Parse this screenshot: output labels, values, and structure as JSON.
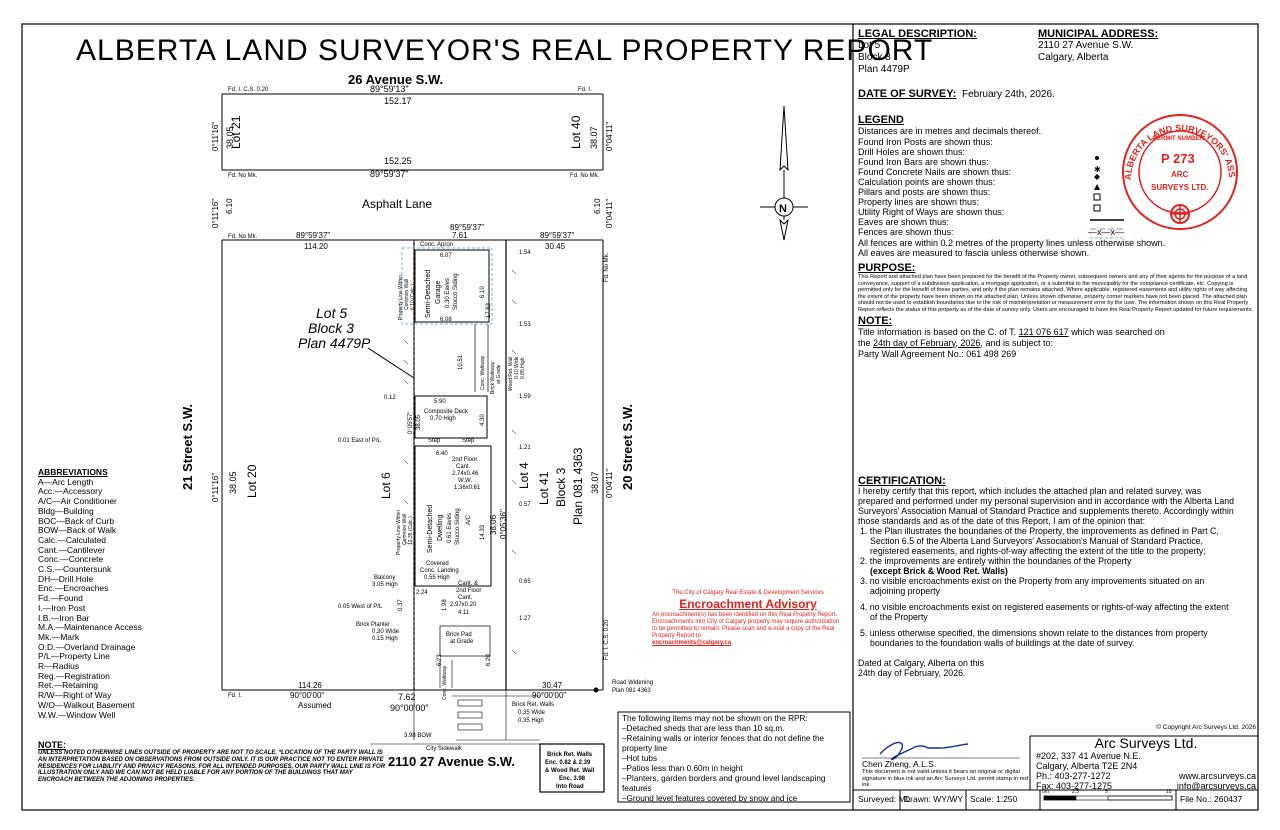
{
  "title": "ALBERTA LAND SURVEYOR'S REAL PROPERTY REPORT",
  "plan": {
    "street_top": "26 Avenue S.W.",
    "street_left": "21 Street S.W.",
    "street_right": "20 Street S.W.",
    "street_bottom": "2110 27 Avenue S.W.",
    "lane": "Asphalt Lane",
    "city_sidewalk": "City Sidewalk",
    "lot5": [
      "Lot 5",
      "Block 3",
      "Plan 4479P"
    ],
    "lot21": "Lot 21",
    "lot40": "Lot 40",
    "lot20": "Lot 20",
    "lot6": "Lot 6",
    "lot41_block": [
      "Lot 41",
      "Block 3",
      "Plan 081 4363"
    ],
    "lot4": "Lot 4",
    "top_bearing1": "89°59'13\"",
    "top_dist1": "152.17",
    "top_bearing2": "89°59'37\"",
    "top_dist2": "152.25",
    "fd_ics": "Fd. I. C.S. 0.20",
    "fd_i": "Fd. I.",
    "fd_nomk": "Fd. No Mk.",
    "left_angle": "0°11'16\"",
    "left_38": "38.05",
    "left_610": "6.10",
    "right_angle": "0°04'11\"",
    "right_38": "38.07",
    "right_610": "6.10",
    "lane_left_bearing": "89°59'37\"",
    "lane_left_dist": "114.20",
    "lane_mid_bearing": "89°59'37\"",
    "lane_mid_dist": "7.61",
    "lane_right_bearing": "89°59'37\"",
    "lane_right_dist": "30.45",
    "bottom_left_dist": "114.26",
    "bottom_left_bearing": "90°00'00\"",
    "assumed": "Assumed",
    "bottom_mid_dist": "7.62",
    "bottom_mid_bearing": "90°00'00\"",
    "bottom_right_dist": "30.47",
    "bottom_right_bearing": "90°00'00\"",
    "road_widening": [
      "Road Widening",
      "Plan 081 4363"
    ],
    "bow": "3.98 BOW",
    "mid_angle1": "0°05'57\"",
    "mid_angle2": "0°05'36\"",
    "lot_width_left": "38.05",
    "lot_width_right": "38.06",
    "lot_right_38": "38.07",
    "conc_apron": "Conc. Apron",
    "d607": "6.07",
    "d608": "6.08",
    "garage": [
      "Semi-Detached",
      "Garage",
      "0.30 Eaves",
      "Stucco Siding"
    ],
    "d610g": "6.10",
    "d1763": "17.63",
    "pl_common_wall": [
      "Property Line Within",
      "Common Wall",
      "6.10 (Calc.)"
    ],
    "d154": "1.54",
    "d153": "1.53",
    "d1051": "10.51",
    "d159": "1.59",
    "conc_walkway": "Conc. Walkway",
    "brick_wall": [
      "Brick Walkway",
      "at Grade"
    ],
    "wood_wall": [
      "Wood Ret. Wall",
      "0.10 Wide",
      "0.85 High"
    ],
    "d012": "0.12",
    "d590": "5.90",
    "deck": [
      "Composite Deck",
      "0.70 High"
    ],
    "d430": "4.30",
    "d001": "0.01 East of P/L",
    "step1": "Step",
    "step2": "Step",
    "d121": "1.21",
    "d640": "6.40",
    "second_floor": [
      "2nd Floor",
      "Cant.",
      "2.74x0.46"
    ],
    "ww": [
      "W.W.",
      "1.36x0.61"
    ],
    "d057": "0.57",
    "dwelling": [
      "Semi-Detached",
      "Dwelling",
      "0.61 Eaves",
      "Stucco Siding"
    ],
    "pl_common_wall2": [
      "Property Line Within",
      "Common Wall",
      "12.35 (Calc.)"
    ],
    "d1433": "14.33",
    "ac": "A/C",
    "d081": "0.81",
    "balcony": [
      "Balcony",
      "3.05 High"
    ],
    "covered": [
      "Covered",
      "Conc. Landing",
      "0.55 High"
    ],
    "cant2": [
      "Cant. &",
      "2nd Floor",
      "Cant.",
      "2.97x0.20"
    ],
    "d224": "2.24",
    "d411": "4.11",
    "d065": "0.65",
    "d005": "0.05 West of P/L",
    "d127": "1.27",
    "d198": "1.98",
    "d037": "0.37",
    "brick_planter": [
      "Brick Planter",
      "0.30 Wide",
      "0.15 High"
    ],
    "brick_pad": [
      "Brick Pad",
      "at Grade"
    ],
    "d623": "6.23",
    "d620": "6.20",
    "brick_ret": [
      "Brick Ret. Walls",
      "0.35 Wide",
      "0.35 High"
    ],
    "enc_box": [
      "Brick Ret. Walls",
      "Enc. 0.82 & 2.39",
      "& Wood Ret. Wall",
      "Enc. 3.98",
      "Into Road"
    ]
  },
  "abbreviations": {
    "heading": "ABBREVIATIONS",
    "items": [
      "A—Arc Length",
      "Acc.—Accessory",
      "A/C—Air Conditioner",
      "Bldg—Building",
      "BOC—Back of Curb",
      "BOW—Back of Walk",
      "Calc.—Calculated",
      "Cant.—Cantilever",
      "Conc.—Concrete",
      "C.S.—Countersunk",
      "DH—Drill Hole",
      "Enc.—Encroaches",
      "Fd.—Found",
      "I.—Iron Post",
      "I.B.—Iron Bar",
      "M.A.—Maintenance Access",
      "Mk.—Mark",
      "O.D.—Overland Drainage",
      "P/L—Property Line",
      "R—Radius",
      "Reg.—Registration",
      "Ret.—Retaining",
      "R/W—Right of Way",
      "W/O—Walkout Basement",
      "W.W.—Window Well"
    ]
  },
  "note_left": {
    "heading": "NOTE:",
    "text": "UNLESS NOTED OTHERWISE LINES OUTSIDE OF PROPERTY ARE NOT TO SCALE. *LOCATION OF THE PARTY WALL IS AN INTERPRETATION BASED ON OBSERVATIONS FROM OUTSIDE ONLY. IT IS OUR PRACTICE NOT TO ENTER PRIVATE RESIDENCES FOR LIABILITY AND PRIVACY REASONS. FOR ALL INTENDED PURPOSES, OUR PARTY WALL LINE IS FOR ILLUSTRATION ONLY AND WE CAN NOT BE HELD LIABLE FOR ANY PORTION OF THE BUILDINGS THAT MAY ENCROACH BETWEEN THE ADJOINING PROPERTIES."
  },
  "exclusions": {
    "heading": "The following items may not be shown on the RPR:",
    "items": [
      "–Detached sheds that are less than 10 sq.m.",
      "–Retaining walls or interior fences that do not define the property line",
      "–Hot tubs",
      "–Patios less than 0.60m in height",
      "–Planters, garden borders and ground level landscaping features",
      "–Ground level features covered by snow and ice"
    ]
  },
  "advisory": {
    "org": "The City of Calgary Real Estate & Development Services",
    "title": "Encroachment Advisory",
    "body": "An encroachment(s) has been identified on this Real Property Report. Encroachments into City of Calgary property may require authorization to be permitted to remain. Please scan and e-mail a copy of the Real Property Report to",
    "email": "encroachments@calgary.ca"
  },
  "legal": {
    "heading": "LEGAL DESCRIPTION:",
    "lines": [
      "Lot 5",
      "Block 3",
      "Plan 4479P"
    ],
    "muni_heading": "MUNICIPAL ADDRESS:",
    "muni_lines": [
      "2110 27 Avenue S.W.",
      "Calgary, Alberta"
    ],
    "date_heading": "DATE OF SURVEY:",
    "date": "February 24th, 2026."
  },
  "legend": {
    "heading": "LEGEND",
    "intro": "Distances are in metres and decimals thereof.",
    "rows": [
      "Found Iron Posts are shown thus:",
      "Drill Holes are shown thus:",
      "Found Iron Bars are shown thus:",
      "Found Concrete Nails are shown thus:",
      "Calculation points are shown thus:",
      "Pillars and posts are shown thus:",
      "Property lines are shown thus:",
      "Utility Right of Ways are shown thus:",
      "Eaves are shown thus:",
      "Fences are shown thus:"
    ],
    "fence_symbol": "—x—x—",
    "foot1": "All fences are within 0.2 metres of the property lines unless otherwise shown.",
    "foot2": "All eaves are measured to fascia unless otherwise shown."
  },
  "stamp": {
    "top": "ALBERTA LAND SURVEYORS' ASSOCIATION",
    "permit": "PERMIT NUMBER",
    "num": "P 273",
    "firm1": "ARC",
    "firm2": "SURVEYS LTD.",
    "color": "#e0231c"
  },
  "purpose": {
    "heading": "PURPOSE:",
    "text": "This Report and attached plan have been prepared for the benefit of the Property owner, subsequent owners and any of their agents for the purpose of a land conveyance, support of a subdivision application, a mortgage application, or a submittal to the municipality for the compliance certificate, etc. Copying is permitted only for the benefit of these parties, and only if the plan remains attached. Where applicable, registered easements and utility rights of way affecting the extent of the property have been shown on the attached plan. Unless shown otherwise, property corner markers have not been placed. The attached plan should not be used to establish boundaries due to the risk of misinterpretation or measurement error by the user. The information shown on this Real Property Report reflects the status of this property as of the date of survey only. Users are encouraged to have the Real Property Report updated for future requirements."
  },
  "note_right": {
    "heading": "NOTE:",
    "line1a": "Title information is based on the C. of T.",
    "title_no": "121 076 617",
    "line1b": "which was searched on",
    "line2a": "the",
    "search_date": "24th day of February, 2026,",
    "line2b": "and is subject to:",
    "line3": "Party Wall Agreement No.: 061 498 269"
  },
  "certification": {
    "heading": "CERTIFICATION:",
    "intro": "I hereby certify that this report, which includes the attached plan and related survey, was prepared and performed under my personal supervision and in accordance with the Alberta Land Surveyors' Association Manual of Standard Practice and supplements thereto. Accordingly within those standards and as of the date of this Report, I am of the opinion that:",
    "item1": "1. the Plan illustrates the boundaries of the Property, the improvements as defined in Part C, Section 6.5 of the Alberta Land Surveyors' Association's Manual of Standard Practice, registered easements, and rights-of-way affecting the extent of the title to the property;",
    "item2": "2. the improvements are entirely within the boundaries of the Property",
    "item2b": "(except Brick & Wood Ret. Walls)",
    "item3": "3. no visible encroachments exist on the Property from any improvements situated on an adjoining property",
    "item4": "4. no visible encroachments exist on registered easements or rights-of-way affecting the extent of the Property",
    "item5": "5. unless otherwise specified, the dimensions shown relate to the distances from property boundaries to the foundation walls of buildings at the date of survey.",
    "dated1": "Dated at Calgary, Alberta on this",
    "dated2": "24th day of February, 2026."
  },
  "signature": {
    "name": "Chen Zheng, A.L.S.",
    "disclaimer": "This document is not valid unless it bears an original or digital signature in blue ink and an Arc Surveys Ltd. permit stamp in red ink.",
    "ink": "#1a2fa0"
  },
  "firm": {
    "copyright": "© Copyright Arc Surveys Ltd. 2026",
    "name": "Arc Surveys Ltd.",
    "addr1": "#202, 337 41 Avenue N.E.",
    "addr2": "Calgary, Alberta T2E 2N4",
    "ph": "Ph.:  403-277-1272",
    "fax": "Fax:  403-277-1275",
    "web": "www.arcsurveys.ca",
    "email": "info@arcsurveys.ca"
  },
  "titleblock": {
    "surveyed": "Surveyed: ML",
    "drawn": "Drawn: WY/WY",
    "scale": "Scale: 1:250",
    "scale_ticks": [
      "0m",
      "2.5",
      "5",
      "10"
    ],
    "file": "File No.: 260437"
  }
}
